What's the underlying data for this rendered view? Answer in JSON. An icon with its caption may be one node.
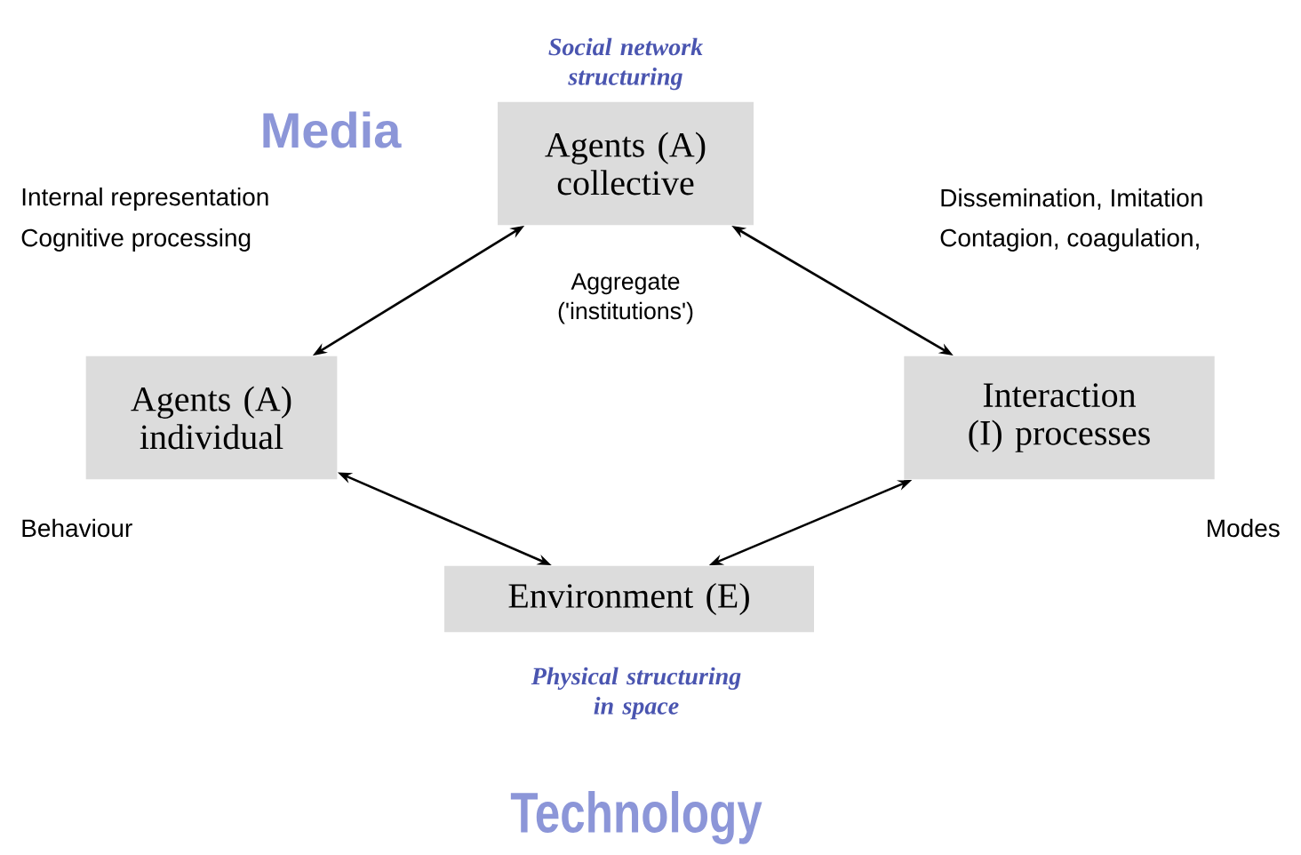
{
  "diagram": {
    "nodes": [
      {
        "text": [
          "Agents (A) collective"
        ],
        "beside": [
          "Social network structuring",
          "Aggregate ('institutions')"
        ]
      },
      {
        "text": [
          "Agents (A) individual"
        ]
      },
      {
        "text": [
          "Interaction (I) processes"
        ]
      },
      {
        "text": [
          "Environment (E)"
        ],
        "beside": [
          "Physical structuring in space"
        ]
      }
    ],
    "edges": [
      {
        "from": 0,
        "to": 1,
        "arrow": "both"
      },
      {
        "from": 0,
        "to": 2,
        "arrow": "both"
      },
      {
        "from": 1,
        "to": 3,
        "arrow": "both"
      },
      {
        "from": 2,
        "to": 3,
        "arrow": "both"
      }
    ],
    "labels": [
      "Media",
      "Internal representation",
      "Cognitive processing",
      "Dissemination, Imitation",
      "Contagion, coagulation,",
      "Behaviour",
      "Modes",
      "Technology"
    ]
  }
}
